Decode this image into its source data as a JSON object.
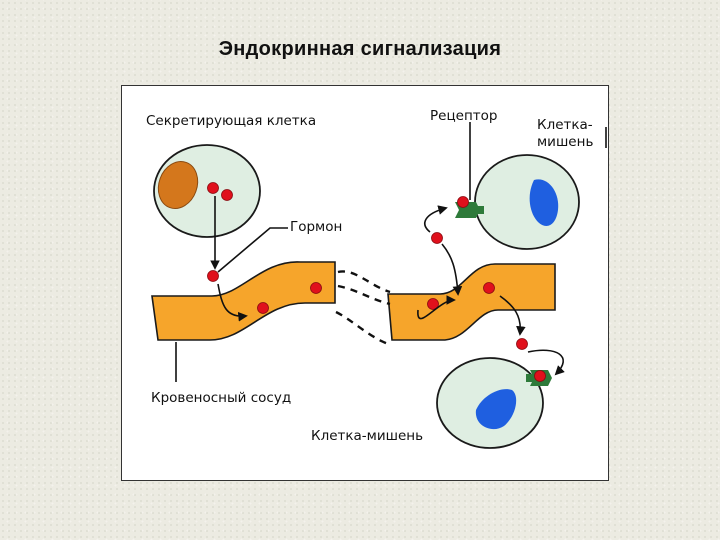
{
  "title": "Эндокринная сигнализация",
  "labels": {
    "secreting_cell": "Секретирующая клетка",
    "receptor": "Рецептор",
    "target_cell_top_line1": "Клетка-",
    "target_cell_top_line2": "мишень",
    "hormone": "Гормон",
    "blood_vessel": "Кровеносный сосуд",
    "target_cell_bottom": "Клетка-мишень"
  },
  "colors": {
    "cell_fill": "#dfeee2",
    "nucleus_secreting": "#d4771c",
    "nucleus_target": "#1f5fe0",
    "vessel": "#f6a52b",
    "hormone": "#e0101c",
    "receptor": "#2e7a3a"
  }
}
